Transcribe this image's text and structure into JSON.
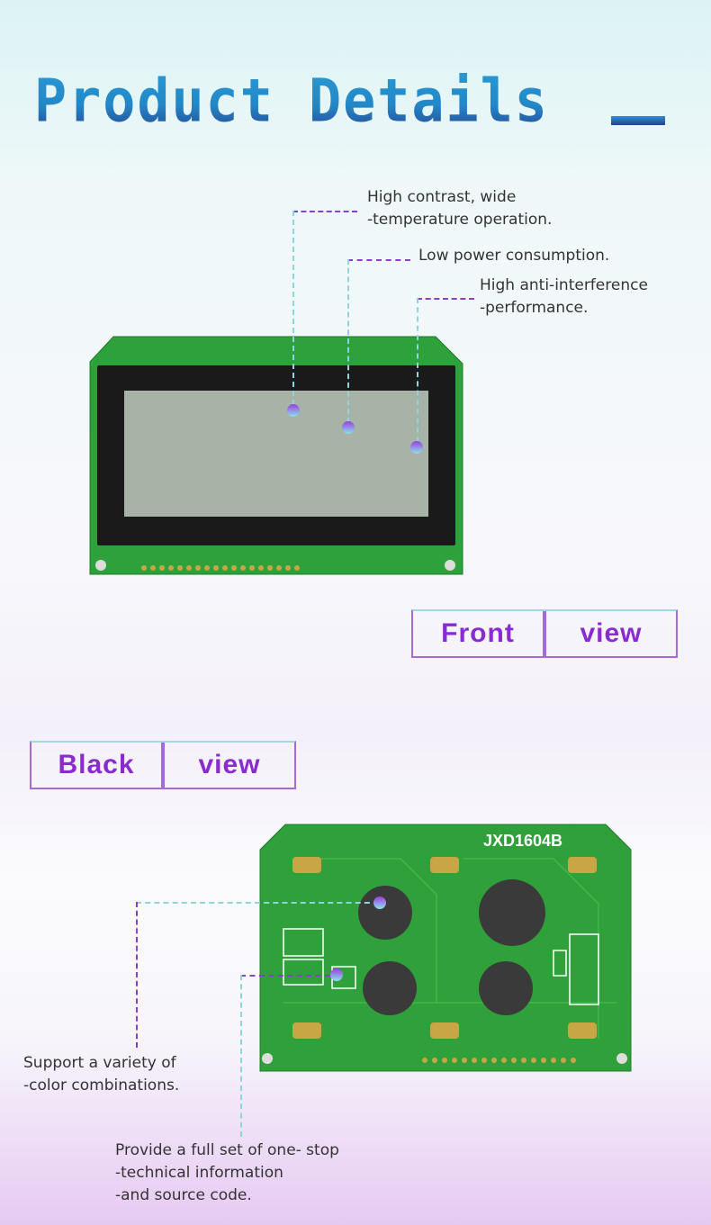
{
  "header": {
    "title": "Product Details"
  },
  "front": {
    "features": [
      "High contrast, wide",
      "-temperature operation.",
      "Low power consumption.",
      "High anti-interference",
      "-performance."
    ],
    "view_label": [
      "Front",
      "view"
    ]
  },
  "back": {
    "view_label": [
      "Black",
      "view"
    ],
    "board_model": "JXD1604B",
    "features": [
      "Support a variety of",
      "-color combinations.",
      "Provide a full set of one- stop",
      "-technical information",
      "-and source code."
    ]
  },
  "colors": {
    "accent": "#8a2bd0",
    "pcb": "#2fa03a",
    "title": "#2288c8"
  }
}
